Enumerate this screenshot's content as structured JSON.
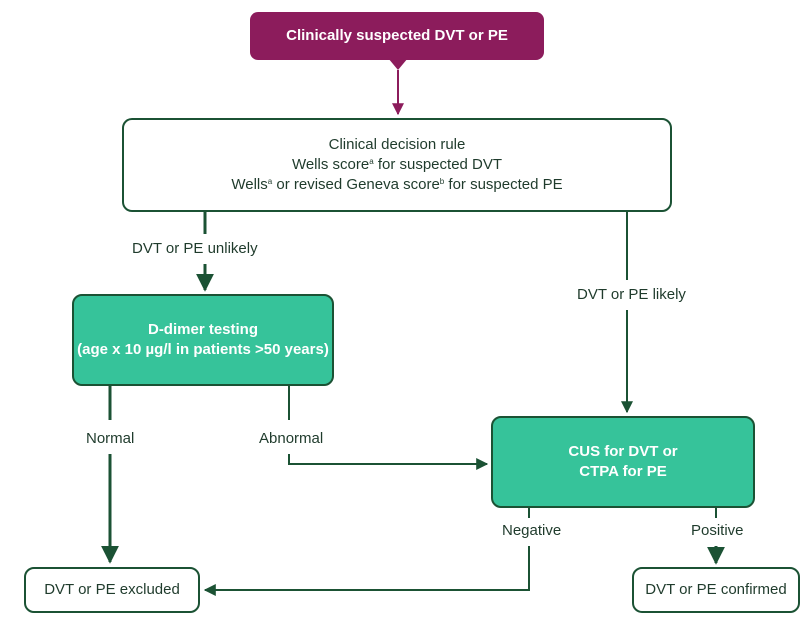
{
  "nodes": {
    "start": "Clinically suspected DVT or PE",
    "rule": {
      "line1": "Clinical decision rule",
      "line2_prefix": "Wells score",
      "line2_sup": "a",
      "line2_suffix": " for suspected DVT",
      "line3_prefix": "Wells",
      "line3_sup_a": "a",
      "line3_mid": " or revised Geneva score",
      "line3_sup_b": "b",
      "line3_suffix": " for suspected PE"
    },
    "ddimer": {
      "line1": "D-dimer testing",
      "line2": "(age x 10 µg/l in patients >50 years)"
    },
    "cus": {
      "line1": "CUS for DVT or",
      "line2": "CTPA for PE"
    },
    "excluded": "DVT or PE excluded",
    "confirmed": "DVT or PE confirmed"
  },
  "edges": {
    "unlikely": "DVT or PE unlikely",
    "likely": "DVT or PE likely",
    "normal": "Normal",
    "abnormal": "Abnormal",
    "negative": "Negative",
    "positive": "Positive"
  },
  "colors": {
    "start_fill": "#8c1c5c",
    "process_fill": "#36c39a",
    "border": "#1b5234",
    "start_arrow": "#8c1c5c"
  }
}
